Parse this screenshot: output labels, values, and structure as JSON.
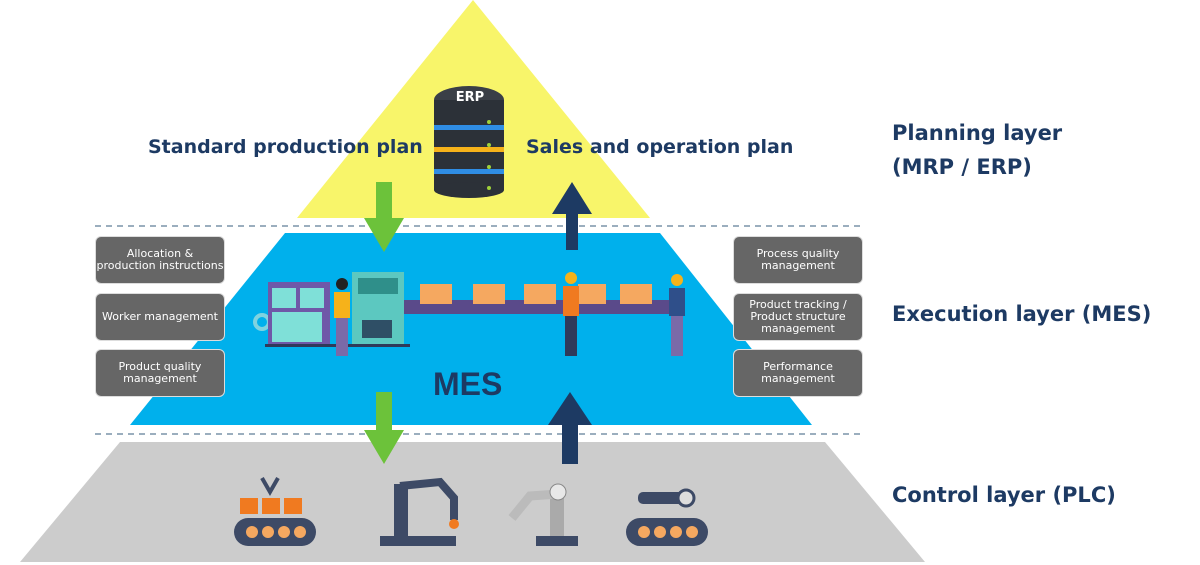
{
  "erp_label": "ERP",
  "mes_label": "MES",
  "plans": {
    "left": "Standard production plan",
    "right": "Sales and operation plan"
  },
  "layers": {
    "planning_line1": "Planning layer",
    "planning_line2": "(MRP / ERP)",
    "execution": "Execution layer (MES)",
    "control": "Control layer (PLC)"
  },
  "left_boxes": [
    "Allocation & production instructions",
    "Worker management",
    "Product quality management"
  ],
  "right_boxes": [
    "Process quality management",
    "Product tracking / Product structure management",
    "Performance management"
  ],
  "colors": {
    "planning": "#f8f56a",
    "execution": "#00b0ec",
    "control": "#cccccc",
    "down_arrow": "#6cc23a",
    "up_arrow": "#1d3a63",
    "text": "#1d3a63",
    "box": "#666666"
  }
}
